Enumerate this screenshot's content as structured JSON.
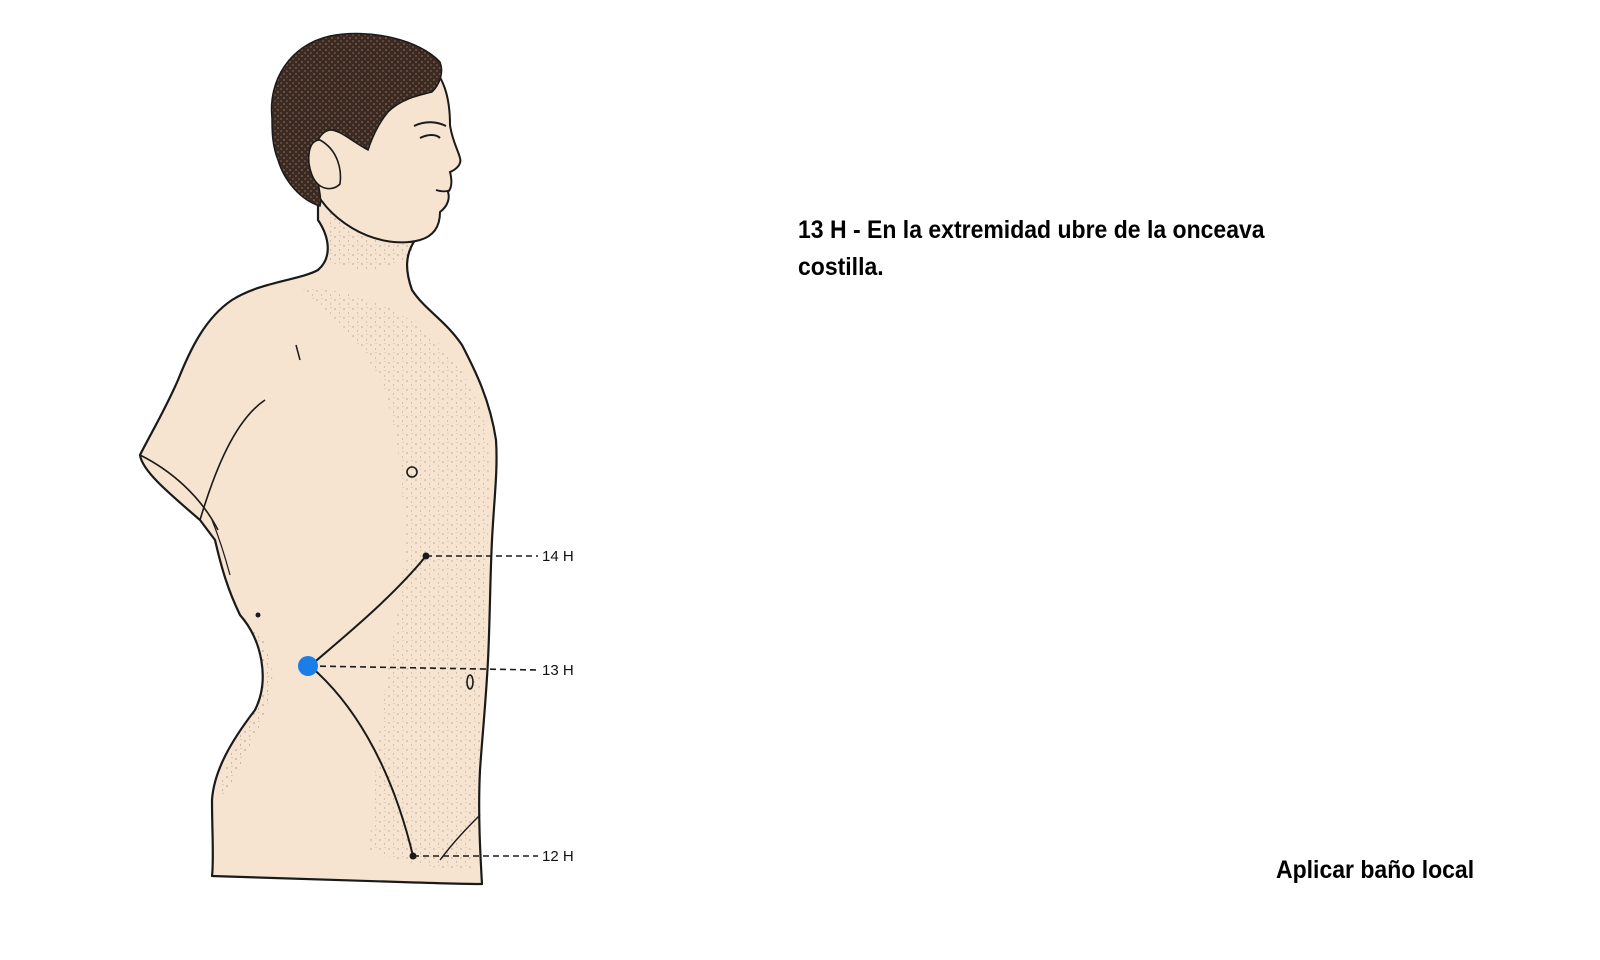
{
  "description": "13 H - En la extremidad ubre de la onceava costilla.",
  "note": "Aplicar baño local",
  "points": [
    {
      "label": "14 H"
    },
    {
      "label": "13 H",
      "highlighted": true
    },
    {
      "label": "12 H"
    }
  ],
  "colors": {
    "skin": "#f7e4d0",
    "outline": "#1a1a1a",
    "hair": "#3a2a22",
    "highlight": "#1a7de8"
  }
}
